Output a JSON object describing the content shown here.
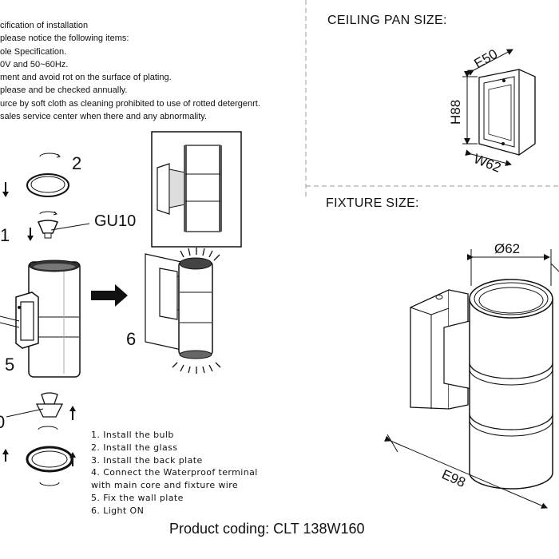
{
  "notes": [
    "cification of installation",
    "please notice the following items:",
    "ole Specification.",
    "0V and 50~60Hz.",
    "ment and avoid rot on the surface of plating.",
    "please and be checked annually.",
    "urce by soft cloth as cleaning prohibited to use of rotted detergenrt.",
    "sales service center when there and any abnormality."
  ],
  "step_numbers": {
    "two": "2",
    "one": "1",
    "five": "5",
    "six": "6",
    "zero": "0"
  },
  "bulb_label": "GU10",
  "instructions": [
    "1. Install the bulb",
    "2. Install the glass",
    "3. Install the back plate",
    "4. Connect the Waterproof terminal",
    "with main core and fixture wire",
    "5. Fix the wall plate",
    "6. Light ON"
  ],
  "ceiling_pan": {
    "title": "CEILING PAN SIZE:",
    "e": "E50",
    "h": "H88",
    "w": "W62"
  },
  "fixture": {
    "title": "FIXTURE SIZE:",
    "diameter": "Ø62",
    "e": "E98"
  },
  "product_coding": "Product coding: CLT 138W160"
}
